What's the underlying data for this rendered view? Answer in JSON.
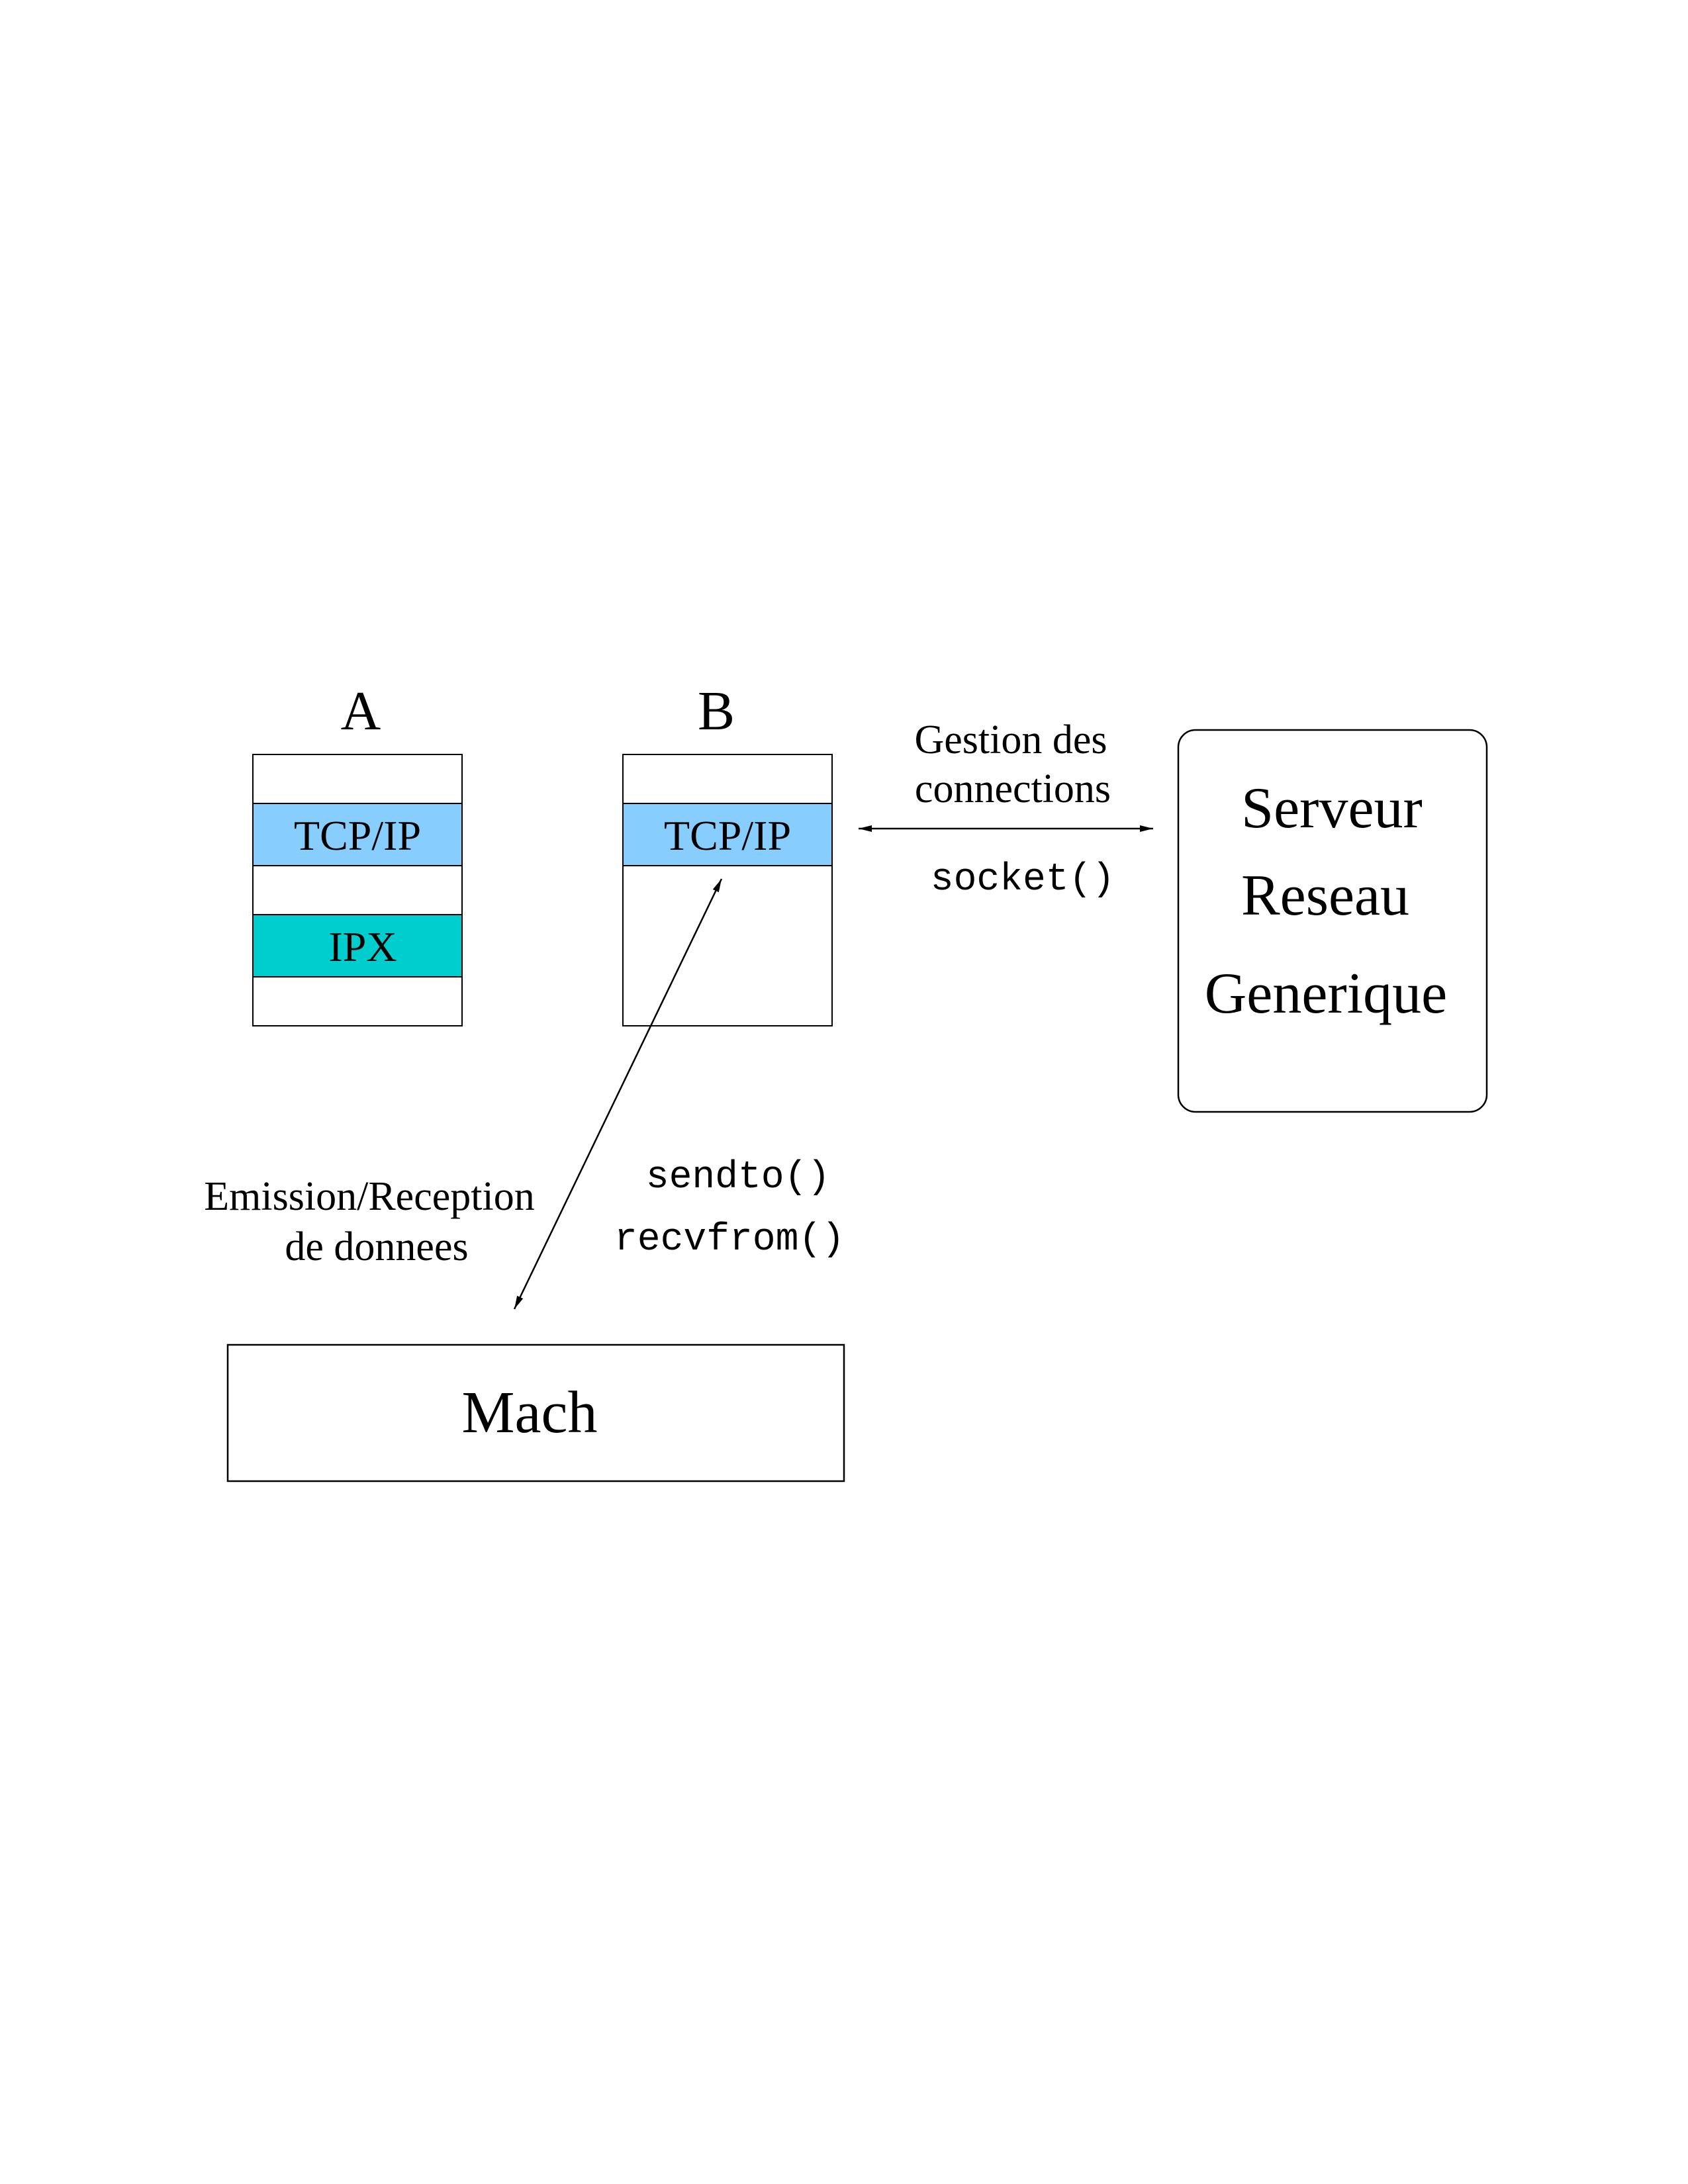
{
  "stack_a": {
    "label": "A",
    "layers": [
      "",
      "TCP/IP",
      "",
      "IPX",
      ""
    ]
  },
  "stack_b": {
    "label": "B",
    "layers": [
      "",
      "TCP/IP",
      ""
    ]
  },
  "connection_labels": {
    "line1": "Gestion des",
    "line2": "connections",
    "call": "socket()"
  },
  "data_labels": {
    "line1": "Emission/Reception",
    "line2": "de donnees",
    "call1": "sendto()",
    "call2": "recvfrom()"
  },
  "server": {
    "line1": "Serveur",
    "line2": "Reseau",
    "line3": "Generique"
  },
  "mach": {
    "label": "Mach"
  },
  "colors": {
    "tcpip": "#87ceff",
    "ipx": "#00cdcd",
    "stroke": "#000000",
    "background": "#ffffff"
  }
}
